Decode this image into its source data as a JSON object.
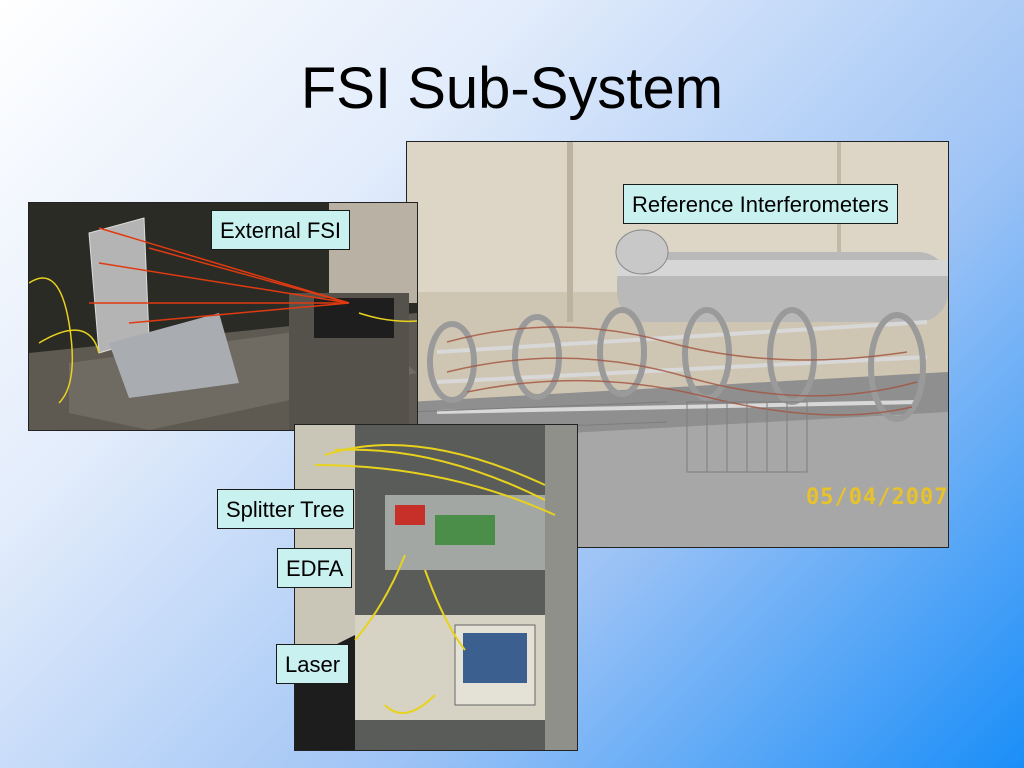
{
  "slide": {
    "title": "FSI Sub-System"
  },
  "photos": {
    "reference": {
      "stamp": "05/04/2007"
    },
    "external_fsi": {},
    "rack": {}
  },
  "labels": {
    "reference_interferometers": "Reference Interferometers",
    "external_fsi": "External FSI",
    "splitter_tree": "Splitter Tree",
    "edfa": "EDFA",
    "laser": "Laser"
  },
  "colors": {
    "label_bg": "#c9f1f0",
    "stamp": "#e8c22a",
    "beam": "#e03a10",
    "fiber": "#e8d21e"
  }
}
